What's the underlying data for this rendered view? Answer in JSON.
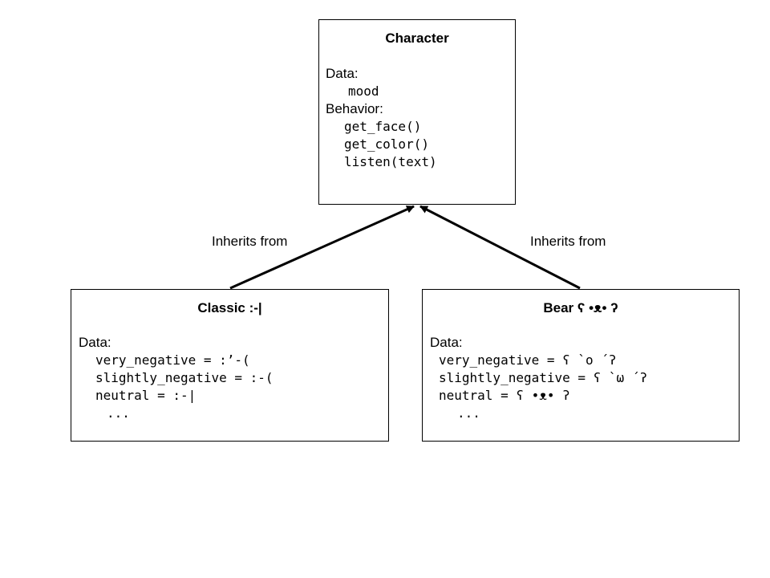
{
  "character": {
    "title": "Character",
    "data_label": "Data:",
    "data_items": [
      "mood"
    ],
    "behavior_label": "Behavior:",
    "behavior_items": [
      "get_face()",
      "get_color()",
      "listen(text)"
    ]
  },
  "classic": {
    "title": "Classic :-|",
    "data_label": "Data:",
    "data_items": [
      "very_negative = :’-(",
      "slightly_negative = :-(",
      "neutral = :-|",
      "..."
    ]
  },
  "bear": {
    "title": "Bear ʕ •ᴥ• ʔ",
    "data_label": "Data:",
    "data_items": [
      "very_negative = ʕ ̀ o ́ ʔ",
      "slightly_negative = ʕ ̀ ω ́ ʔ",
      "neutral = ʕ •ᴥ• ʔ",
      "..."
    ]
  },
  "edges": {
    "left_label": "Inherits from",
    "right_label": "Inherits from"
  }
}
